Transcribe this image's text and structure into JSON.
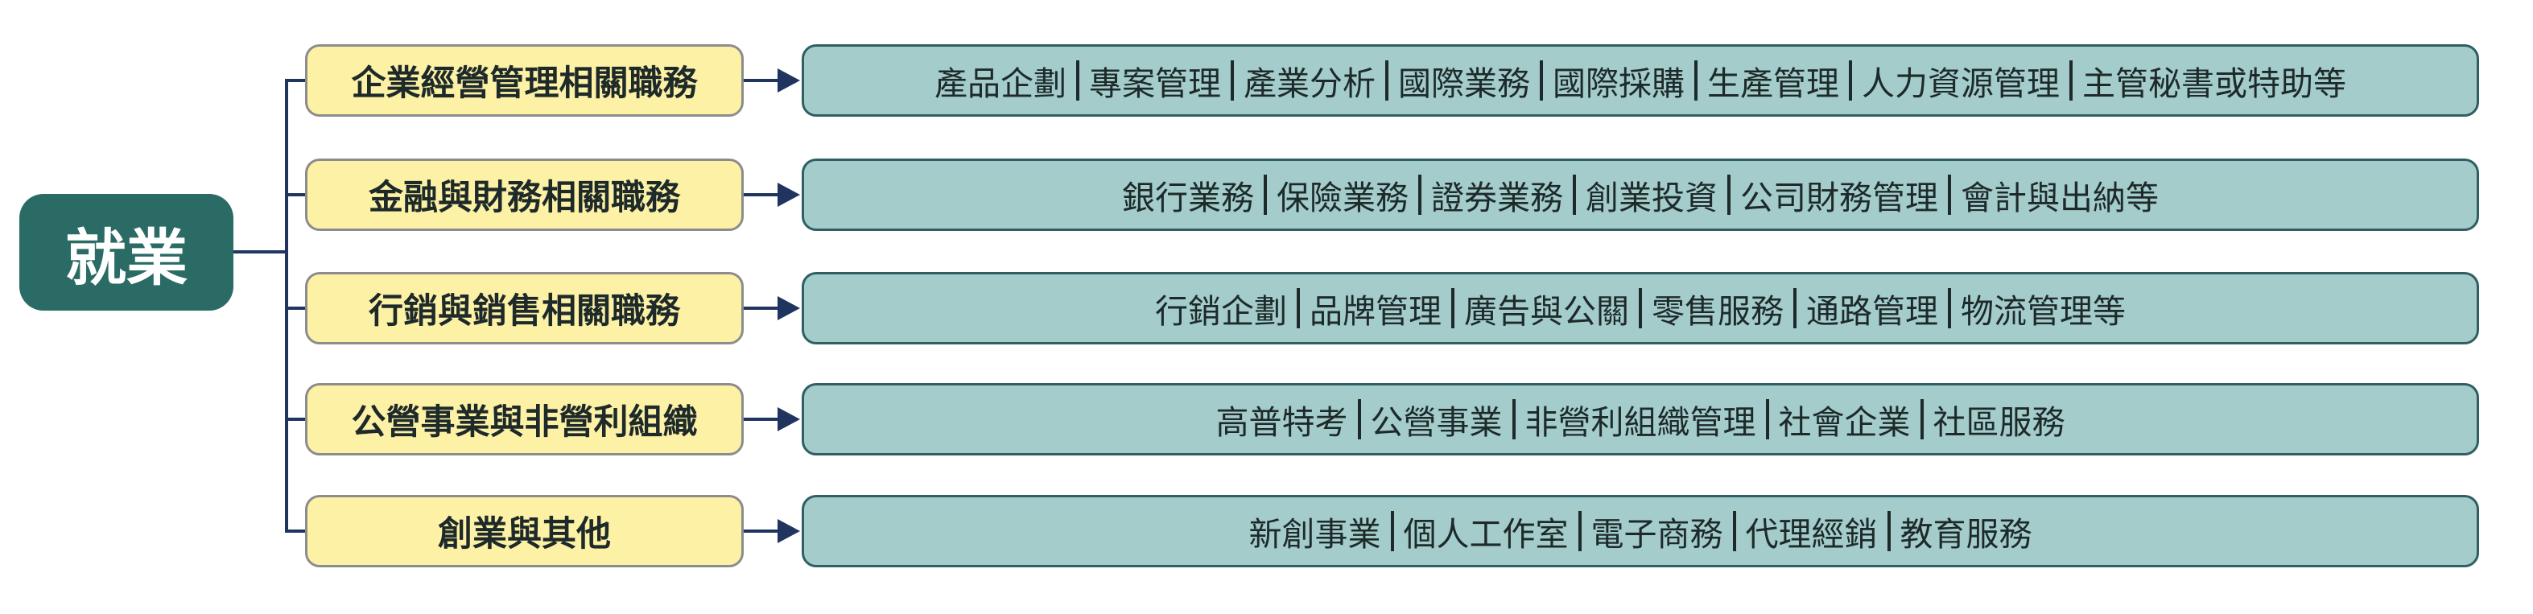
{
  "colors": {
    "root_fill": "#2b6b66",
    "category_fill": "#fdf1a6",
    "detail_fill": "#a3cccb",
    "connector": "#1f3560"
  },
  "root": {
    "label": "就業"
  },
  "branches": [
    {
      "category": "企業經營管理相關職務",
      "items": [
        "產品企劃",
        "專案管理",
        "產業分析",
        "國際業務",
        "國際採購",
        "生產管理",
        "人力資源管理",
        "主管秘書或特助等"
      ]
    },
    {
      "category": "金融與財務相關職務",
      "items": [
        "銀行業務",
        "保險業務",
        "證券業務",
        "創業投資",
        "公司財務管理",
        "會計與出納等"
      ]
    },
    {
      "category": "行銷與銷售相關職務",
      "items": [
        "行銷企劃",
        "品牌管理",
        "廣告與公關",
        "零售服務",
        "通路管理",
        "物流管理等"
      ]
    },
    {
      "category": "公營事業與非營利組織",
      "items": [
        "高普特考",
        "公營事業",
        "非營利組織管理",
        "社會企業",
        "社區服務"
      ]
    },
    {
      "category": "創業與其他",
      "items": [
        "新創事業",
        "個人工作室",
        "電子商務",
        "代理經銷",
        "教育服務"
      ]
    }
  ]
}
